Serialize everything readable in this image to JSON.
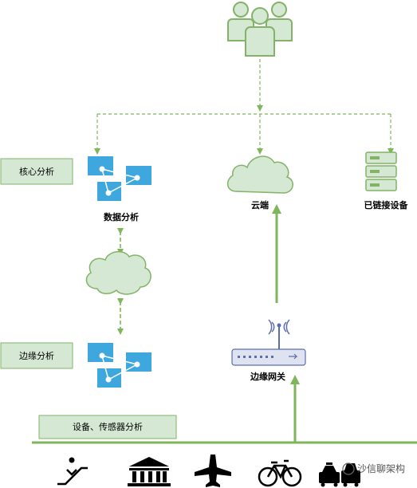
{
  "layers": {
    "core": "核心分析",
    "edge": "边缘分析",
    "device": "设备、传感器分析"
  },
  "nodes": {
    "users": "users-icon",
    "data_analysis": "数据分析",
    "cloud": "云端",
    "connected_devices": "已链接设备",
    "edge_gateway": "边缘网关"
  },
  "bottom_icons": [
    "escalator-icon",
    "bank-icon",
    "airplane-icon",
    "bicycle-icon",
    "vehicles-icon"
  ],
  "watermark": "沙信聊架构",
  "colors": {
    "green_fill": "#d5e8d4",
    "green_stroke": "#82b366",
    "blue": "#3ea8de",
    "line": "#7fb55b"
  }
}
